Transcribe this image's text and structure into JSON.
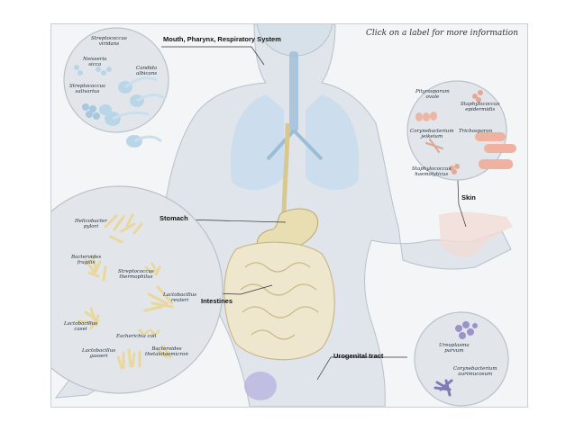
{
  "header": {
    "hint": "Click on a label for more information"
  },
  "regions": {
    "mouth": "Mouth, Pharynx, Respiratory System",
    "stomach": "Stomach",
    "intestines": "Intestines",
    "skin": "Skin",
    "urogenital": "Urogenital tract"
  },
  "organisms": {
    "mouth": [
      [
        "Streptococcus",
        "viridans"
      ],
      [
        "Neisseria",
        "sicca"
      ],
      [
        "Candida",
        "albicans"
      ],
      [
        "Streptococcus",
        "salivarius"
      ]
    ],
    "skin": [
      [
        "Pityrosporum",
        "ovale"
      ],
      [
        "Staphylococcus",
        "epidermidis"
      ],
      [
        "Corynebacterium",
        "jeikeium"
      ],
      [
        "Trichosporon",
        ""
      ],
      [
        "Staphylococcus",
        "haemolyticus"
      ]
    ],
    "gut": [
      [
        "Helicobacter",
        "pylori"
      ],
      [
        "Bacteroides",
        "fragilis"
      ],
      [
        "Streptococcus",
        "thermophilus"
      ],
      [
        "Lactobacillus",
        "reuteri"
      ],
      [
        "Lactobacillus",
        "casei"
      ],
      [
        "Escherichia coli",
        ""
      ],
      [
        "Lactobacillus",
        "gasseri"
      ],
      [
        "Bacteroides",
        "thetaiotaomicron"
      ]
    ],
    "urogenital": [
      [
        "Ureaplasma",
        "parvum"
      ],
      [
        "Corynebacterium",
        "aurimucosum"
      ]
    ]
  },
  "colors": {
    "background": "#f3f5f7",
    "circle_fill": "#e2e6ea",
    "lungs": "#c9dced",
    "intestines": "#efe7cd",
    "bacteria_yellow": "#e9d79b",
    "bacteria_blue": "#b9d6e8",
    "bacteria_pink": "#ebb6a4",
    "bacteria_purple": "#9b92cc"
  }
}
